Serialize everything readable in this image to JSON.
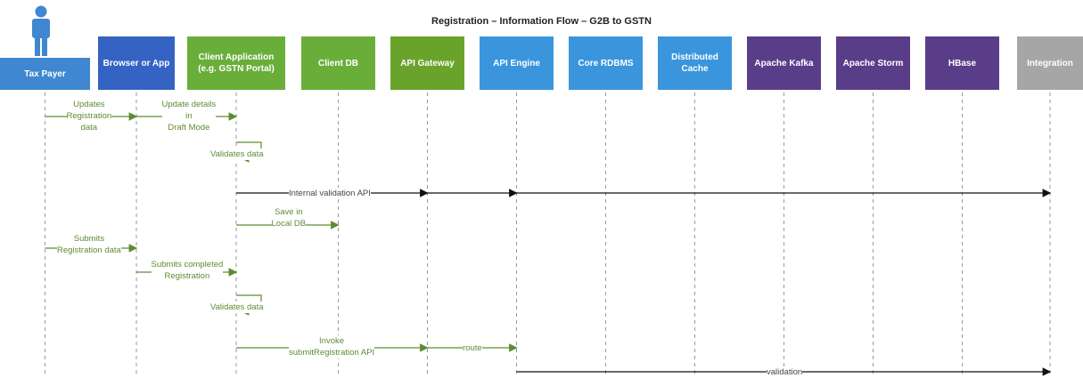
{
  "title": "Registration – Information Flow – G2B to GSTN",
  "participants": [
    {
      "id": "taxpayer",
      "label": "Tax Payer",
      "color": "#3f87d0",
      "actor": true
    },
    {
      "id": "browser",
      "label": "Browser or App",
      "color": "#3563c4"
    },
    {
      "id": "client_app",
      "label": "Client Application (e.g. GSTN Portal)",
      "color": "#6aae3a"
    },
    {
      "id": "client_db",
      "label": "Client DB",
      "color": "#6aae3a"
    },
    {
      "id": "api_gateway",
      "label": "API Gateway",
      "color": "#6aa32c"
    },
    {
      "id": "api_engine",
      "label": "API Engine",
      "color": "#3a95dc"
    },
    {
      "id": "core_rdbms",
      "label": "Core RDBMS",
      "color": "#3a95dc"
    },
    {
      "id": "dist_cache",
      "label": "Distributed Cache",
      "color": "#3a95dc"
    },
    {
      "id": "kafka",
      "label": "Apache Kafka",
      "color": "#5a3d88"
    },
    {
      "id": "storm",
      "label": "Apache Storm",
      "color": "#5a3d88"
    },
    {
      "id": "hbase",
      "label": "HBase",
      "color": "#5a3d88"
    },
    {
      "id": "integration",
      "label": "Integration",
      "color": "#a6a6a6"
    }
  ],
  "messages": [
    {
      "label_lines": [
        "Updates",
        "Registration",
        "data"
      ]
    },
    {
      "label_lines": [
        "Update details",
        "in",
        "Draft Mode"
      ]
    },
    {
      "label_lines": [
        "Validates data"
      ]
    },
    {
      "label_lines": [
        "Internal validation API"
      ]
    },
    {
      "label_lines": [
        "Save in",
        "Local DB"
      ]
    },
    {
      "label_lines": [
        "Submits",
        "Registration data"
      ]
    },
    {
      "label_lines": [
        "Submits completed",
        "Registration"
      ]
    },
    {
      "label_lines": [
        "Validates data"
      ]
    },
    {
      "label_lines": [
        "Invoke",
        "submitRegistration API"
      ]
    },
    {
      "label_lines": [
        "route"
      ]
    },
    {
      "label_lines": [
        "validation"
      ]
    }
  ],
  "colors": {
    "green_flow": "#5d8c32",
    "black_flow": "#111111",
    "lifeline": "#999999"
  }
}
